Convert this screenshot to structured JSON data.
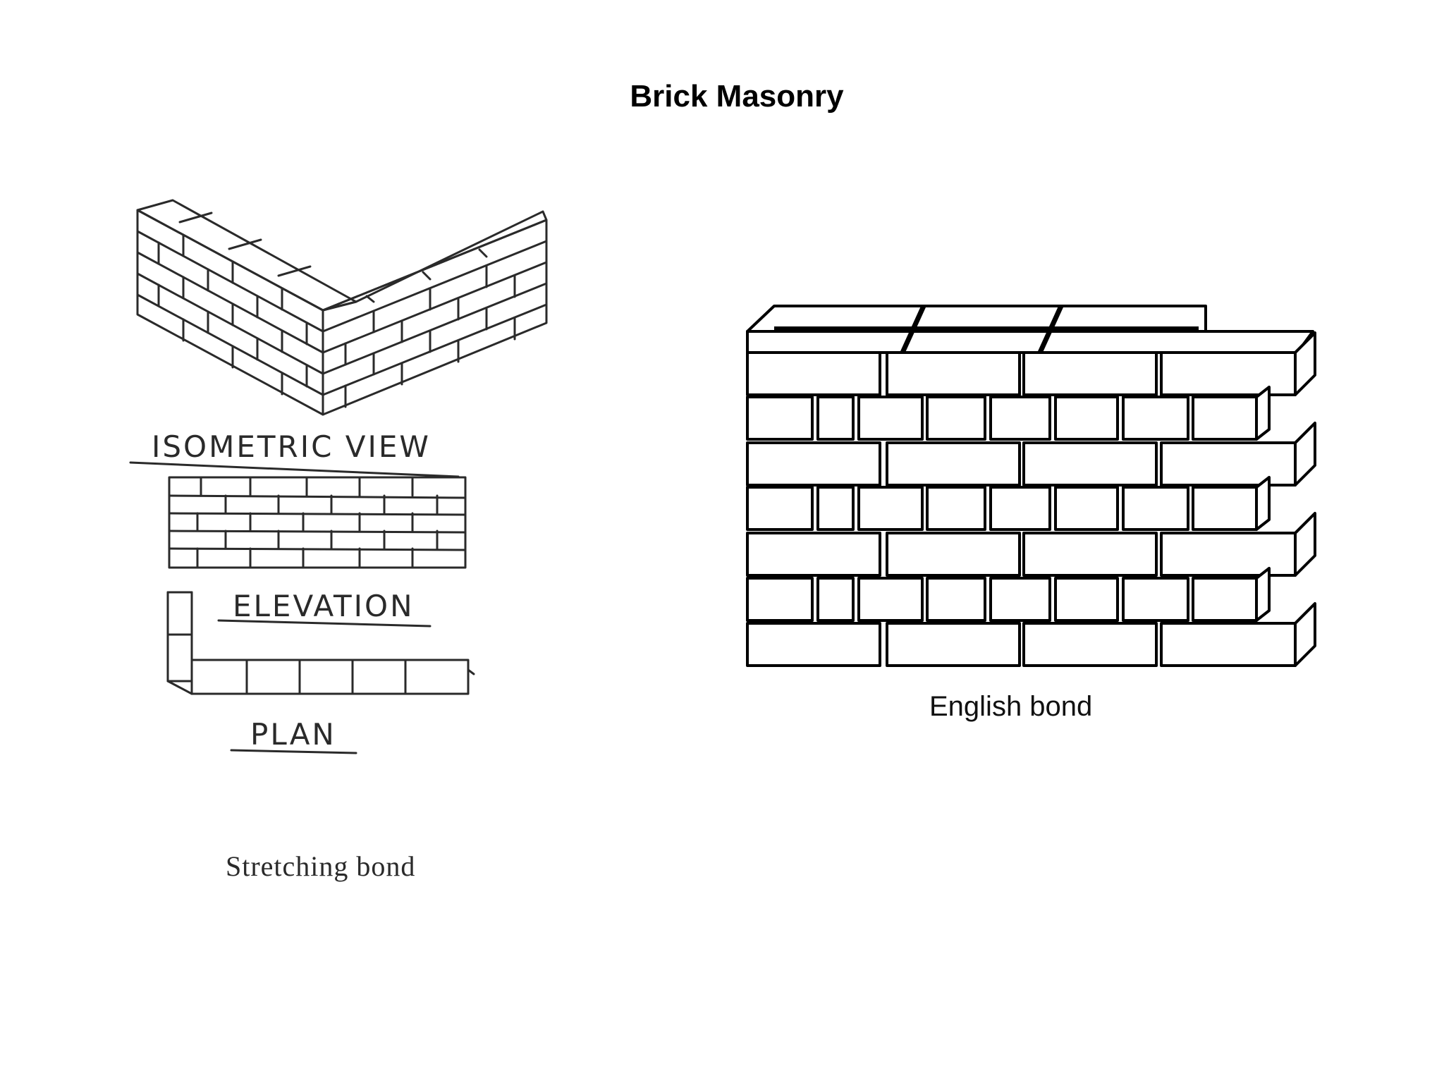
{
  "slide": {
    "title": "Brick Masonry"
  },
  "stretching_figure": {
    "views": {
      "isometric": "ISOMETRIC VIEW",
      "elevation": "ELEVATION",
      "plan": "PLAN"
    },
    "caption": "Stretching bond"
  },
  "english_figure": {
    "caption": "English bond"
  }
}
